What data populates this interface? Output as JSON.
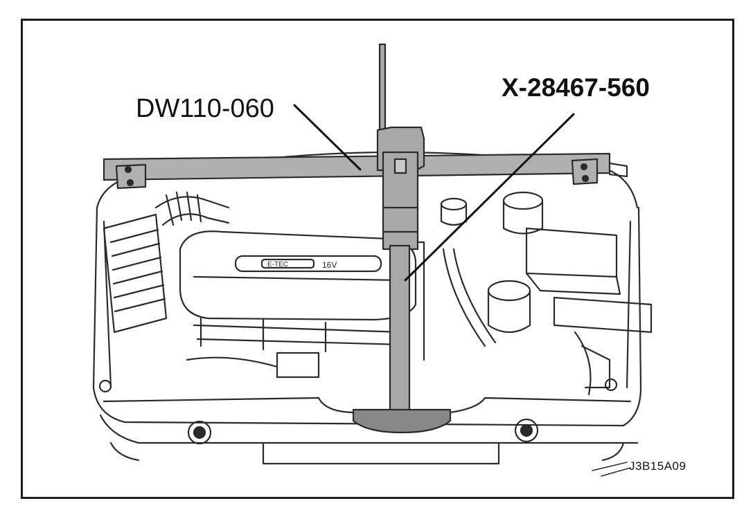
{
  "figure": {
    "callouts": {
      "support_fixture": "DW110-060",
      "lifting_tool": "X-28467-560"
    },
    "figure_code": "J3B15A09"
  },
  "colors": {
    "frame": "#1a1a1a",
    "tool_fill": "#a8a8a8",
    "line_art": "#2a2a2a",
    "background": "#ffffff"
  }
}
